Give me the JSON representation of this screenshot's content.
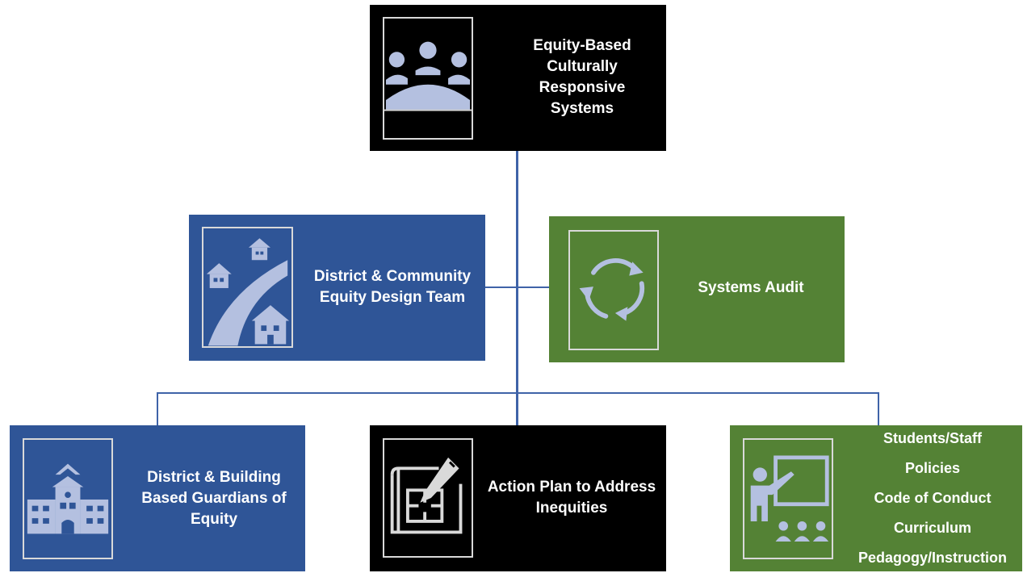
{
  "nodes": {
    "top": {
      "lines": [
        "Equity-Based",
        "Culturally Responsive",
        "Systems"
      ],
      "icon": "meeting-table-icon"
    },
    "design_team": {
      "lines": [
        "District & Community",
        "Equity Design Team"
      ],
      "icon": "neighborhood-road-icon"
    },
    "audit": {
      "lines": [
        "Systems Audit"
      ],
      "icon": "cycle-arrows-icon"
    },
    "guardians": {
      "lines": [
        "District & Building",
        "Based Guardians of",
        "Equity"
      ],
      "icon": "school-building-icon"
    },
    "action_plan": {
      "lines": [
        "Action Plan to Address",
        "Inequities"
      ],
      "icon": "blueprint-pencil-icon"
    },
    "curriculum": {
      "lines": [
        "Students/Staff",
        "Policies",
        "Code of Conduct",
        "Curriculum",
        "Pedagogy/Instruction"
      ],
      "icon": "teacher-board-icon"
    }
  },
  "colors": {
    "black": "#000000",
    "blue": "#2f5597",
    "green": "#548235",
    "connector": "#3f63a8",
    "icon_fill": "#b4c0e0"
  }
}
